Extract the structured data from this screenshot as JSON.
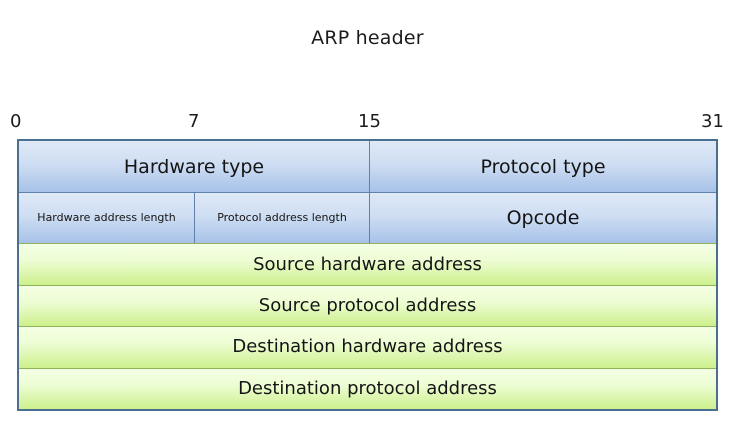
{
  "title": "ARP header",
  "bit_ruler": {
    "ticks": [
      {
        "label": "0",
        "bit": 0
      },
      {
        "label": "7",
        "bit": 7
      },
      {
        "label": "15",
        "bit": 15
      },
      {
        "label": "31",
        "bit": 31
      }
    ]
  },
  "colors": {
    "border": "#4a6f91",
    "blue_top": "#dfe9f7",
    "blue_bottom": "#a7c2e8",
    "blue_divider": "#5e82ac",
    "green_top": "#f4ffe4",
    "green_bottom": "#cdf08c",
    "green_divider": "#8fb35b",
    "text": "#141414",
    "background": "#ffffff"
  },
  "table": {
    "rows": [
      {
        "style": "blue",
        "cells": [
          {
            "label": "Hardware type",
            "span": "half",
            "size": "large"
          },
          {
            "label": "Protocol type",
            "span": "half",
            "size": "large"
          }
        ]
      },
      {
        "style": "blue",
        "cells": [
          {
            "label": "Hardware address length",
            "span": "quarter",
            "size": "small"
          },
          {
            "label": "Protocol address length",
            "span": "quarter",
            "size": "small"
          },
          {
            "label": "Opcode",
            "span": "half",
            "size": "large"
          }
        ]
      },
      {
        "style": "green",
        "cells": [
          {
            "label": "Source hardware address",
            "span": "full",
            "size": "large"
          }
        ]
      },
      {
        "style": "green",
        "cells": [
          {
            "label": "Source protocol address",
            "span": "full",
            "size": "large"
          }
        ]
      },
      {
        "style": "green",
        "cells": [
          {
            "label": "Destination hardware address",
            "span": "full",
            "size": "large"
          }
        ]
      },
      {
        "style": "green",
        "cells": [
          {
            "label": "Destination protocol address",
            "span": "full",
            "size": "large"
          }
        ]
      }
    ]
  }
}
